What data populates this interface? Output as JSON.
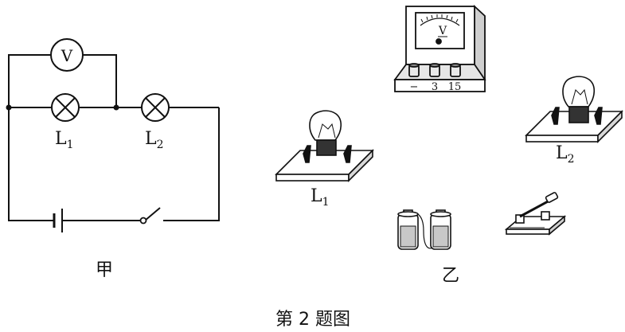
{
  "circuit_diagram": {
    "label": "甲",
    "voltmeter_symbol": "V",
    "lamp1": {
      "name": "L",
      "sub": "1"
    },
    "lamp2": {
      "name": "L",
      "sub": "2"
    }
  },
  "physical_components": {
    "label": "乙",
    "voltmeter": {
      "symbol": "V",
      "terminals": [
        "−",
        "3",
        "15"
      ]
    },
    "lamp1": {
      "name": "L",
      "sub": "1"
    },
    "lamp2": {
      "name": "L",
      "sub": "2"
    }
  },
  "caption": "第 2 题图",
  "colors": {
    "ink": "#111111",
    "background": "#ffffff"
  }
}
